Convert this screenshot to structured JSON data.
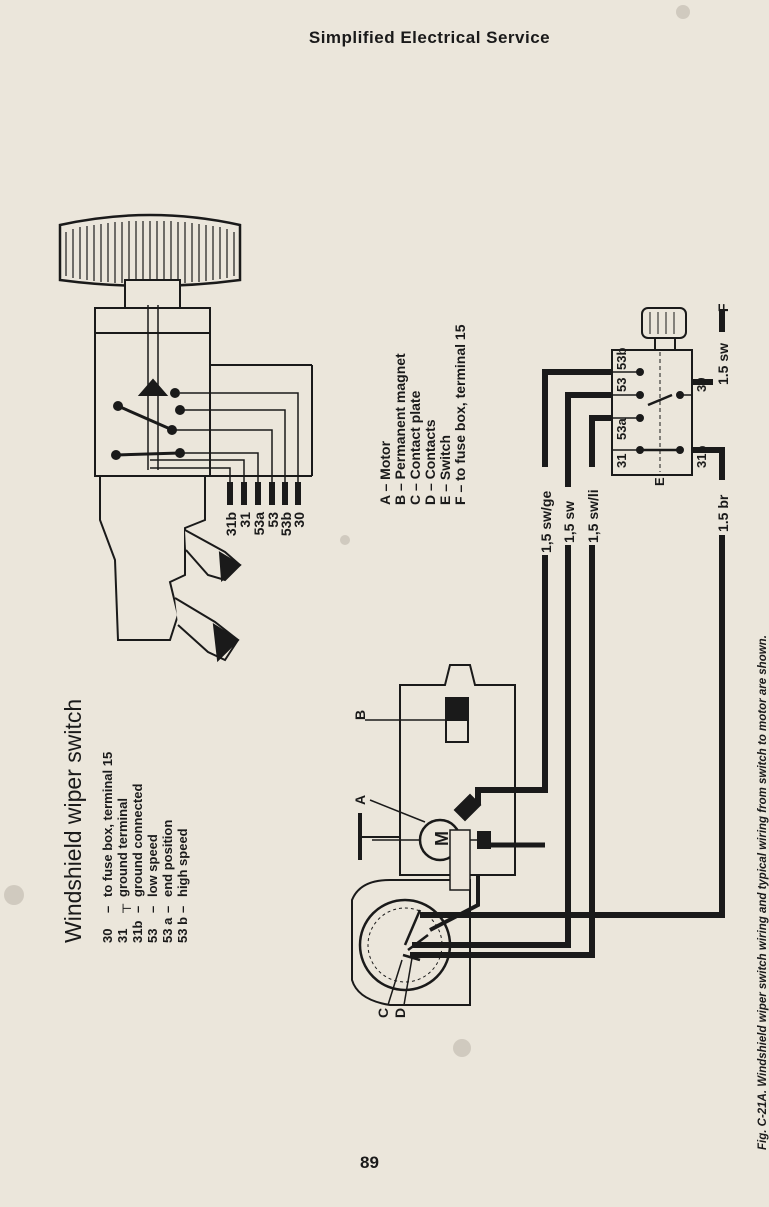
{
  "header": {
    "title": "Simplified Electrical Service"
  },
  "page_number": "89",
  "switch_legend": {
    "title": "Windshield wiper switch",
    "items": [
      {
        "terminal": "30",
        "dash": "–",
        "desc": "to fuse box, terminal 15"
      },
      {
        "terminal": "31",
        "dash": "┬",
        "desc": "ground terminal"
      },
      {
        "terminal": "31b",
        "dash": "–",
        "desc": "ground connected"
      },
      {
        "terminal": "53",
        "dash": "–",
        "desc": "low speed"
      },
      {
        "terminal": "53 a",
        "dash": "–",
        "desc": "end position"
      },
      {
        "terminal": "53 b",
        "dash": "–",
        "desc": "high speed"
      }
    ]
  },
  "switch_terminals": [
    "31b",
    "31",
    "53a",
    "53",
    "53b",
    "30"
  ],
  "parts_legend": [
    "A – Motor",
    "B – Permanent magnet",
    "C – Contact plate",
    "D – Contacts",
    "E – Switch",
    "F – to fuse box, terminal 15"
  ],
  "wire_labels": {
    "sw_ge": "1,5 sw/ge",
    "sw": "1,5 sw",
    "sw_li": "1,5 sw/li",
    "br": "1.5 br",
    "sw_f": "1.5 sw"
  },
  "small_switch_terminals": {
    "t53b": "53b",
    "t53a": "53a",
    "t53": "53",
    "t31": "31",
    "t31b": "31b",
    "t30": "30",
    "e": "E",
    "f": "F"
  },
  "motor_labels": {
    "a": "A",
    "b": "B",
    "c": "C",
    "d": "D",
    "m": "M"
  },
  "caption": "Fig. C-21A. Windshield wiper switch wiring and typical wiring from switch to motor are shown."
}
